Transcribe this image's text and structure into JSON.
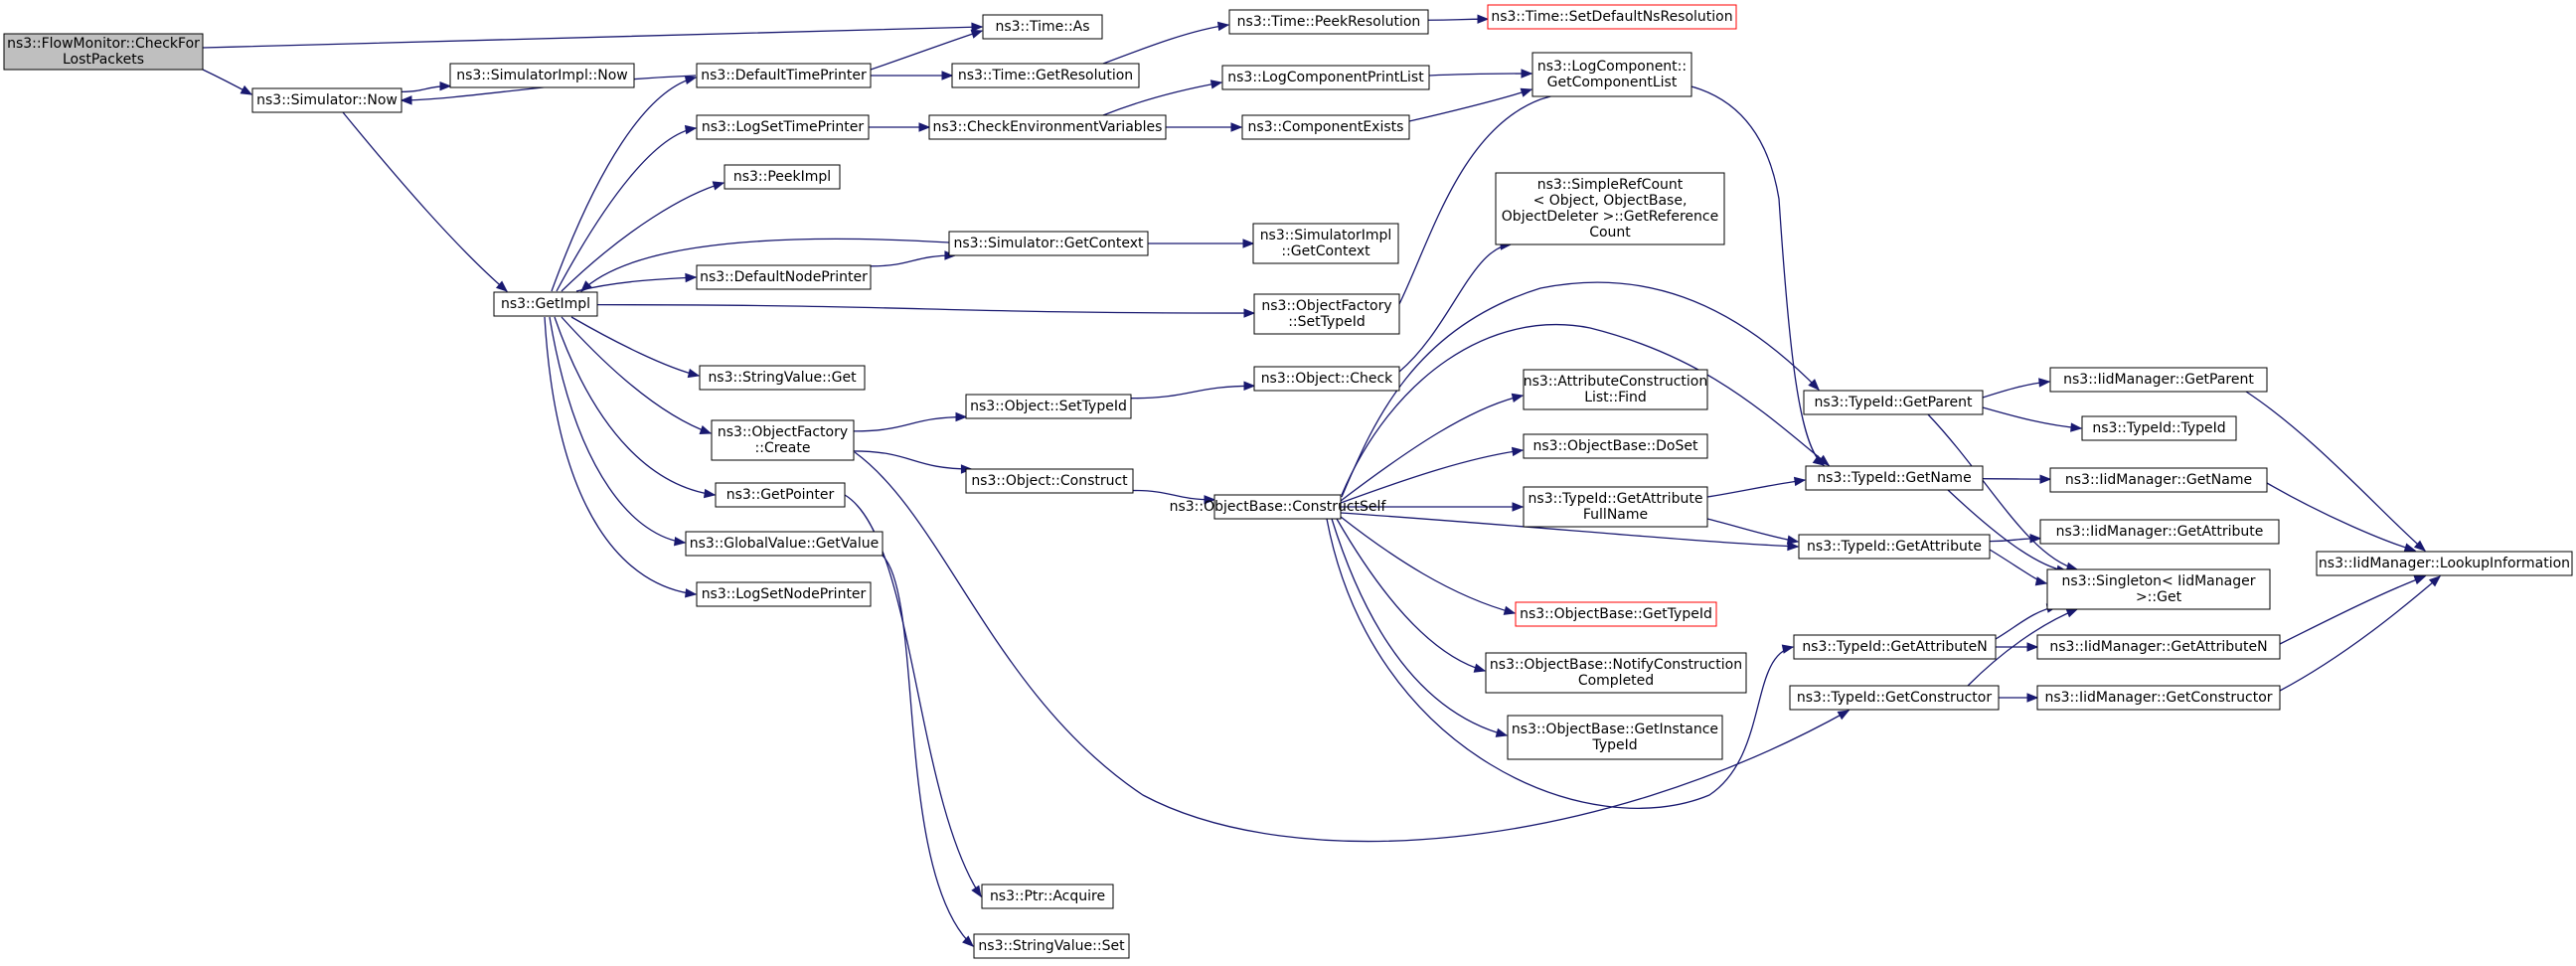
{
  "colors": {
    "edge": "#191970",
    "node_fill": "#ffffff",
    "root_fill": "#bfbfbf",
    "node_border": "#000000",
    "truncated_border": "#ff0000"
  },
  "nodes": [
    {
      "id": "root",
      "lines": [
        "ns3::FlowMonitor::CheckFor",
        "LostPackets"
      ],
      "style": "root"
    },
    {
      "id": "sim_now",
      "lines": [
        "ns3::Simulator::Now"
      ]
    },
    {
      "id": "simimpl_now",
      "lines": [
        "ns3::SimulatorImpl::Now"
      ]
    },
    {
      "id": "getimpl",
      "lines": [
        "ns3::GetImpl"
      ]
    },
    {
      "id": "time_as",
      "lines": [
        "ns3::Time::As"
      ]
    },
    {
      "id": "defaulttimeprinter",
      "lines": [
        "ns3::DefaultTimePrinter"
      ]
    },
    {
      "id": "time_getres",
      "lines": [
        "ns3::Time::GetResolution"
      ]
    },
    {
      "id": "time_peekres",
      "lines": [
        "ns3::Time::PeekResolution"
      ]
    },
    {
      "id": "time_setdefault",
      "lines": [
        "ns3::Time::SetDefaultNsResolution"
      ],
      "style": "truncated"
    },
    {
      "id": "logsettimeprinter",
      "lines": [
        "ns3::LogSetTimePrinter"
      ]
    },
    {
      "id": "checkenv",
      "lines": [
        "ns3::CheckEnvironmentVariables"
      ]
    },
    {
      "id": "logcompprintlist",
      "lines": [
        "ns3::LogComponentPrintList"
      ]
    },
    {
      "id": "componentexists",
      "lines": [
        "ns3::ComponentExists"
      ]
    },
    {
      "id": "logcomp_getlist",
      "lines": [
        "ns3::LogComponent::",
        "GetComponentList"
      ]
    },
    {
      "id": "peekimpl",
      "lines": [
        "ns3::PeekImpl"
      ]
    },
    {
      "id": "sim_getcontext",
      "lines": [
        "ns3::Simulator::GetContext"
      ]
    },
    {
      "id": "simimpl_getcontext",
      "lines": [
        "ns3::SimulatorImpl",
        "::GetContext"
      ]
    },
    {
      "id": "defaultnodeprinter",
      "lines": [
        "ns3::DefaultNodePrinter"
      ]
    },
    {
      "id": "simplerefcount",
      "lines": [
        "ns3::SimpleRefCount",
        "< Object, ObjectBase,",
        "ObjectDeleter >::GetReference",
        "Count"
      ]
    },
    {
      "id": "objfactory_settypeid",
      "lines": [
        "ns3::ObjectFactory",
        "::SetTypeId"
      ]
    },
    {
      "id": "stringvalue_get",
      "lines": [
        "ns3::StringValue::Get"
      ]
    },
    {
      "id": "object_check",
      "lines": [
        "ns3::Object::Check"
      ]
    },
    {
      "id": "object_settypeid",
      "lines": [
        "ns3::Object::SetTypeId"
      ]
    },
    {
      "id": "objfactory_create",
      "lines": [
        "ns3::ObjectFactory",
        "::Create"
      ]
    },
    {
      "id": "attrconstr_find",
      "lines": [
        "ns3::AttributeConstruction",
        "List::Find"
      ]
    },
    {
      "id": "objbase_doset",
      "lines": [
        "ns3::ObjectBase::DoSet"
      ]
    },
    {
      "id": "getpointer",
      "lines": [
        "ns3::GetPointer"
      ]
    },
    {
      "id": "object_construct",
      "lines": [
        "ns3::Object::Construct"
      ]
    },
    {
      "id": "objbase_constructself",
      "lines": [
        "ns3::ObjectBase::ConstructSelf"
      ]
    },
    {
      "id": "typeid_getattrfullname",
      "lines": [
        "ns3::TypeId::GetAttribute",
        "FullName"
      ]
    },
    {
      "id": "globalvalue_getvalue",
      "lines": [
        "ns3::GlobalValue::GetValue"
      ]
    },
    {
      "id": "logsetnodeprinter",
      "lines": [
        "ns3::LogSetNodePrinter"
      ]
    },
    {
      "id": "objbase_gettypeid",
      "lines": [
        "ns3::ObjectBase::GetTypeId"
      ],
      "style": "truncated"
    },
    {
      "id": "objbase_notify",
      "lines": [
        "ns3::ObjectBase::NotifyConstruction",
        "Completed"
      ]
    },
    {
      "id": "objbase_getinstance",
      "lines": [
        "ns3::ObjectBase::GetInstance",
        "TypeId"
      ]
    },
    {
      "id": "ptr_acquire",
      "lines": [
        "ns3::Ptr::Acquire"
      ]
    },
    {
      "id": "stringvalue_set",
      "lines": [
        "ns3::StringValue::Set"
      ]
    },
    {
      "id": "typeid_getparent",
      "lines": [
        "ns3::TypeId::GetParent"
      ]
    },
    {
      "id": "typeid_getname",
      "lines": [
        "ns3::TypeId::GetName"
      ]
    },
    {
      "id": "typeid_getattribute",
      "lines": [
        "ns3::TypeId::GetAttribute"
      ]
    },
    {
      "id": "typeid_getattributen",
      "lines": [
        "ns3::TypeId::GetAttributeN"
      ]
    },
    {
      "id": "typeid_getconstructor",
      "lines": [
        "ns3::TypeId::GetConstructor"
      ]
    },
    {
      "id": "iid_getparent",
      "lines": [
        "ns3::IidManager::GetParent"
      ]
    },
    {
      "id": "typeid_typeid",
      "lines": [
        "ns3::TypeId::TypeId"
      ]
    },
    {
      "id": "iid_getname",
      "lines": [
        "ns3::IidManager::GetName"
      ]
    },
    {
      "id": "iid_getattribute",
      "lines": [
        "ns3::IidManager::GetAttribute"
      ]
    },
    {
      "id": "singleton_get",
      "lines": [
        "ns3::Singleton< IidManager",
        " >::Get"
      ]
    },
    {
      "id": "iid_getattributen",
      "lines": [
        "ns3::IidManager::GetAttributeN"
      ]
    },
    {
      "id": "iid_getconstructor",
      "lines": [
        "ns3::IidManager::GetConstructor"
      ]
    },
    {
      "id": "iid_lookupinfo",
      "lines": [
        "ns3::IidManager::LookupInformation"
      ]
    }
  ],
  "edges": [
    [
      "root",
      "sim_now"
    ],
    [
      "root",
      "time_as"
    ],
    [
      "sim_now",
      "simimpl_now"
    ],
    [
      "sim_now",
      "getimpl"
    ],
    [
      "defaulttimeprinter",
      "sim_now"
    ],
    [
      "defaulttimeprinter",
      "time_as"
    ],
    [
      "defaulttimeprinter",
      "time_getres"
    ],
    [
      "time_getres",
      "time_peekres"
    ],
    [
      "time_peekres",
      "time_setdefault"
    ],
    [
      "getimpl",
      "defaulttimeprinter"
    ],
    [
      "getimpl",
      "logsettimeprinter"
    ],
    [
      "getimpl",
      "peekimpl"
    ],
    [
      "getimpl",
      "defaultnodeprinter"
    ],
    [
      "getimpl",
      "objfactory_settypeid"
    ],
    [
      "getimpl",
      "stringvalue_get"
    ],
    [
      "getimpl",
      "objfactory_create"
    ],
    [
      "getimpl",
      "getpointer"
    ],
    [
      "getimpl",
      "globalvalue_getvalue"
    ],
    [
      "getimpl",
      "logsetnodeprinter"
    ],
    [
      "sim_getcontext",
      "getimpl"
    ],
    [
      "sim_getcontext",
      "simimpl_getcontext"
    ],
    [
      "defaultnodeprinter",
      "sim_getcontext"
    ],
    [
      "logsettimeprinter",
      "checkenv"
    ],
    [
      "checkenv",
      "logcompprintlist"
    ],
    [
      "checkenv",
      "componentexists"
    ],
    [
      "logcompprintlist",
      "logcomp_getlist"
    ],
    [
      "componentexists",
      "logcomp_getlist"
    ],
    [
      "objfactory_settypeid",
      "typeid_getname"
    ],
    [
      "objfactory_create",
      "object_settypeid"
    ],
    [
      "objfactory_create",
      "object_construct"
    ],
    [
      "objfactory_create",
      "typeid_getconstructor"
    ],
    [
      "object_settypeid",
      "object_check"
    ],
    [
      "object_check",
      "simplerefcount"
    ],
    [
      "object_construct",
      "objbase_constructself"
    ],
    [
      "getpointer",
      "ptr_acquire"
    ],
    [
      "globalvalue_getvalue",
      "stringvalue_set"
    ],
    [
      "objbase_constructself",
      "attrconstr_find"
    ],
    [
      "objbase_constructself",
      "objbase_doset"
    ],
    [
      "objbase_constructself",
      "typeid_getattrfullname"
    ],
    [
      "objbase_constructself",
      "objbase_gettypeid"
    ],
    [
      "objbase_constructself",
      "objbase_notify"
    ],
    [
      "objbase_constructself",
      "objbase_getinstance"
    ],
    [
      "objbase_constructself",
      "typeid_getparent"
    ],
    [
      "objbase_constructself",
      "typeid_getname"
    ],
    [
      "objbase_constructself",
      "typeid_getattribute"
    ],
    [
      "objbase_constructself",
      "typeid_getattributen"
    ],
    [
      "typeid_getattrfullname",
      "typeid_getname"
    ],
    [
      "typeid_getattrfullname",
      "typeid_getattribute"
    ],
    [
      "typeid_getparent",
      "iid_getparent"
    ],
    [
      "typeid_getparent",
      "typeid_typeid"
    ],
    [
      "typeid_getparent",
      "singleton_get"
    ],
    [
      "typeid_getname",
      "iid_getname"
    ],
    [
      "typeid_getname",
      "singleton_get"
    ],
    [
      "typeid_getattribute",
      "iid_getattribute"
    ],
    [
      "typeid_getattribute",
      "singleton_get"
    ],
    [
      "typeid_getattributen",
      "singleton_get"
    ],
    [
      "typeid_getattributen",
      "iid_getattributen"
    ],
    [
      "typeid_getconstructor",
      "singleton_get"
    ],
    [
      "typeid_getconstructor",
      "iid_getconstructor"
    ],
    [
      "iid_getparent",
      "iid_lookupinfo"
    ],
    [
      "iid_getname",
      "iid_lookupinfo"
    ],
    [
      "iid_getattributen",
      "iid_lookupinfo"
    ],
    [
      "iid_getconstructor",
      "iid_lookupinfo"
    ]
  ]
}
